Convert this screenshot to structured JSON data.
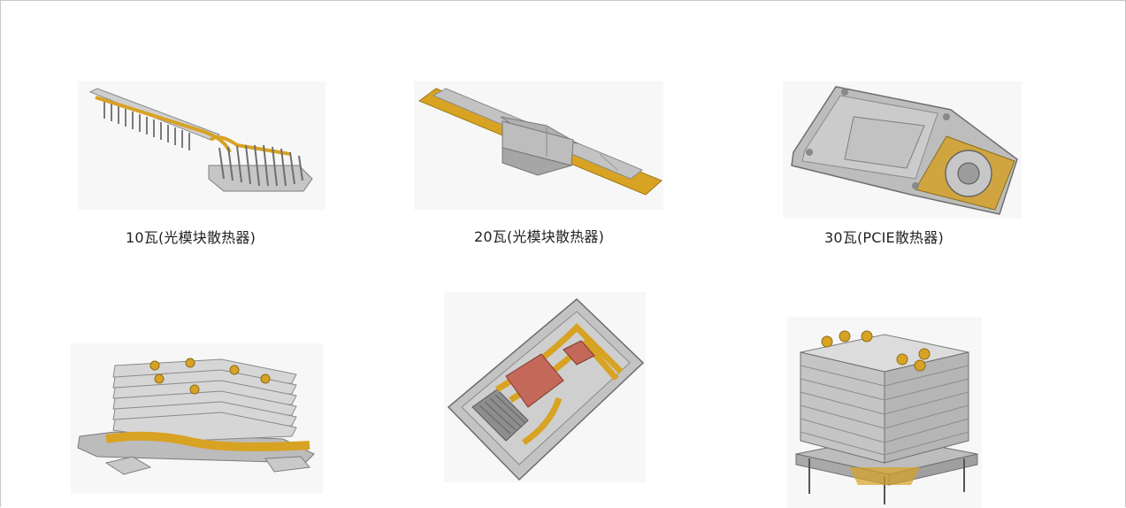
{
  "slide": {
    "captions": [
      "10瓦(光模块散热器)",
      "20瓦(光模块散热器)",
      "30瓦(PCIE散热器)"
    ]
  },
  "images": [
    {
      "name": "10w-optical-module-heatsink-image"
    },
    {
      "name": "20w-optical-module-heatsink-image"
    },
    {
      "name": "30w-pcie-heatsink-image"
    },
    {
      "name": "heatpipe-fin-stack-heatsink-image"
    },
    {
      "name": "heatpipe-coldplate-heatsink-image"
    },
    {
      "name": "tower-cooler-heatsink-image"
    }
  ],
  "colors": {
    "aluminum": "#b9b9b9",
    "aluminum_dark": "#8c8c8c",
    "heatpipe": "#d8a223",
    "copper_block": "#c4685a"
  }
}
